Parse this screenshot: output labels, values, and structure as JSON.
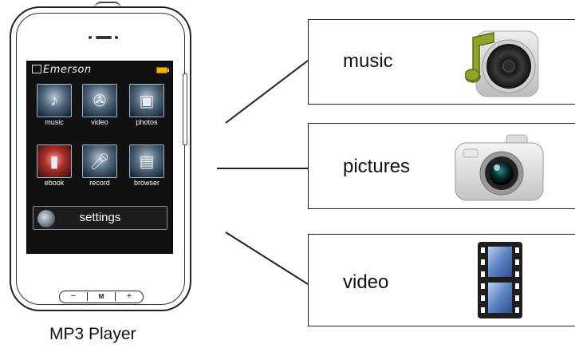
{
  "device": {
    "brand": "Emerson",
    "apps": [
      {
        "label": "music",
        "icon": "music-note-icon"
      },
      {
        "label": "video",
        "icon": "film-reel-icon"
      },
      {
        "label": "photos",
        "icon": "photos-icon"
      },
      {
        "label": "ebook",
        "icon": "ebook-icon"
      },
      {
        "label": "record",
        "icon": "microphone-icon"
      },
      {
        "label": "browser",
        "icon": "folder-icon"
      }
    ],
    "settings_label": "settings",
    "controls": {
      "minus": "−",
      "mode": "M",
      "plus": "+"
    },
    "caption": "MP3 Player"
  },
  "panels": [
    {
      "label": "music",
      "icon": "speaker-with-note-icon"
    },
    {
      "label": "pictures",
      "icon": "camera-icon"
    },
    {
      "label": "video",
      "icon": "film-strip-icon"
    }
  ],
  "colors": {
    "outline": "#222222",
    "screen": "#111111",
    "battery": "#f3b500",
    "note": "#8ea52a"
  }
}
